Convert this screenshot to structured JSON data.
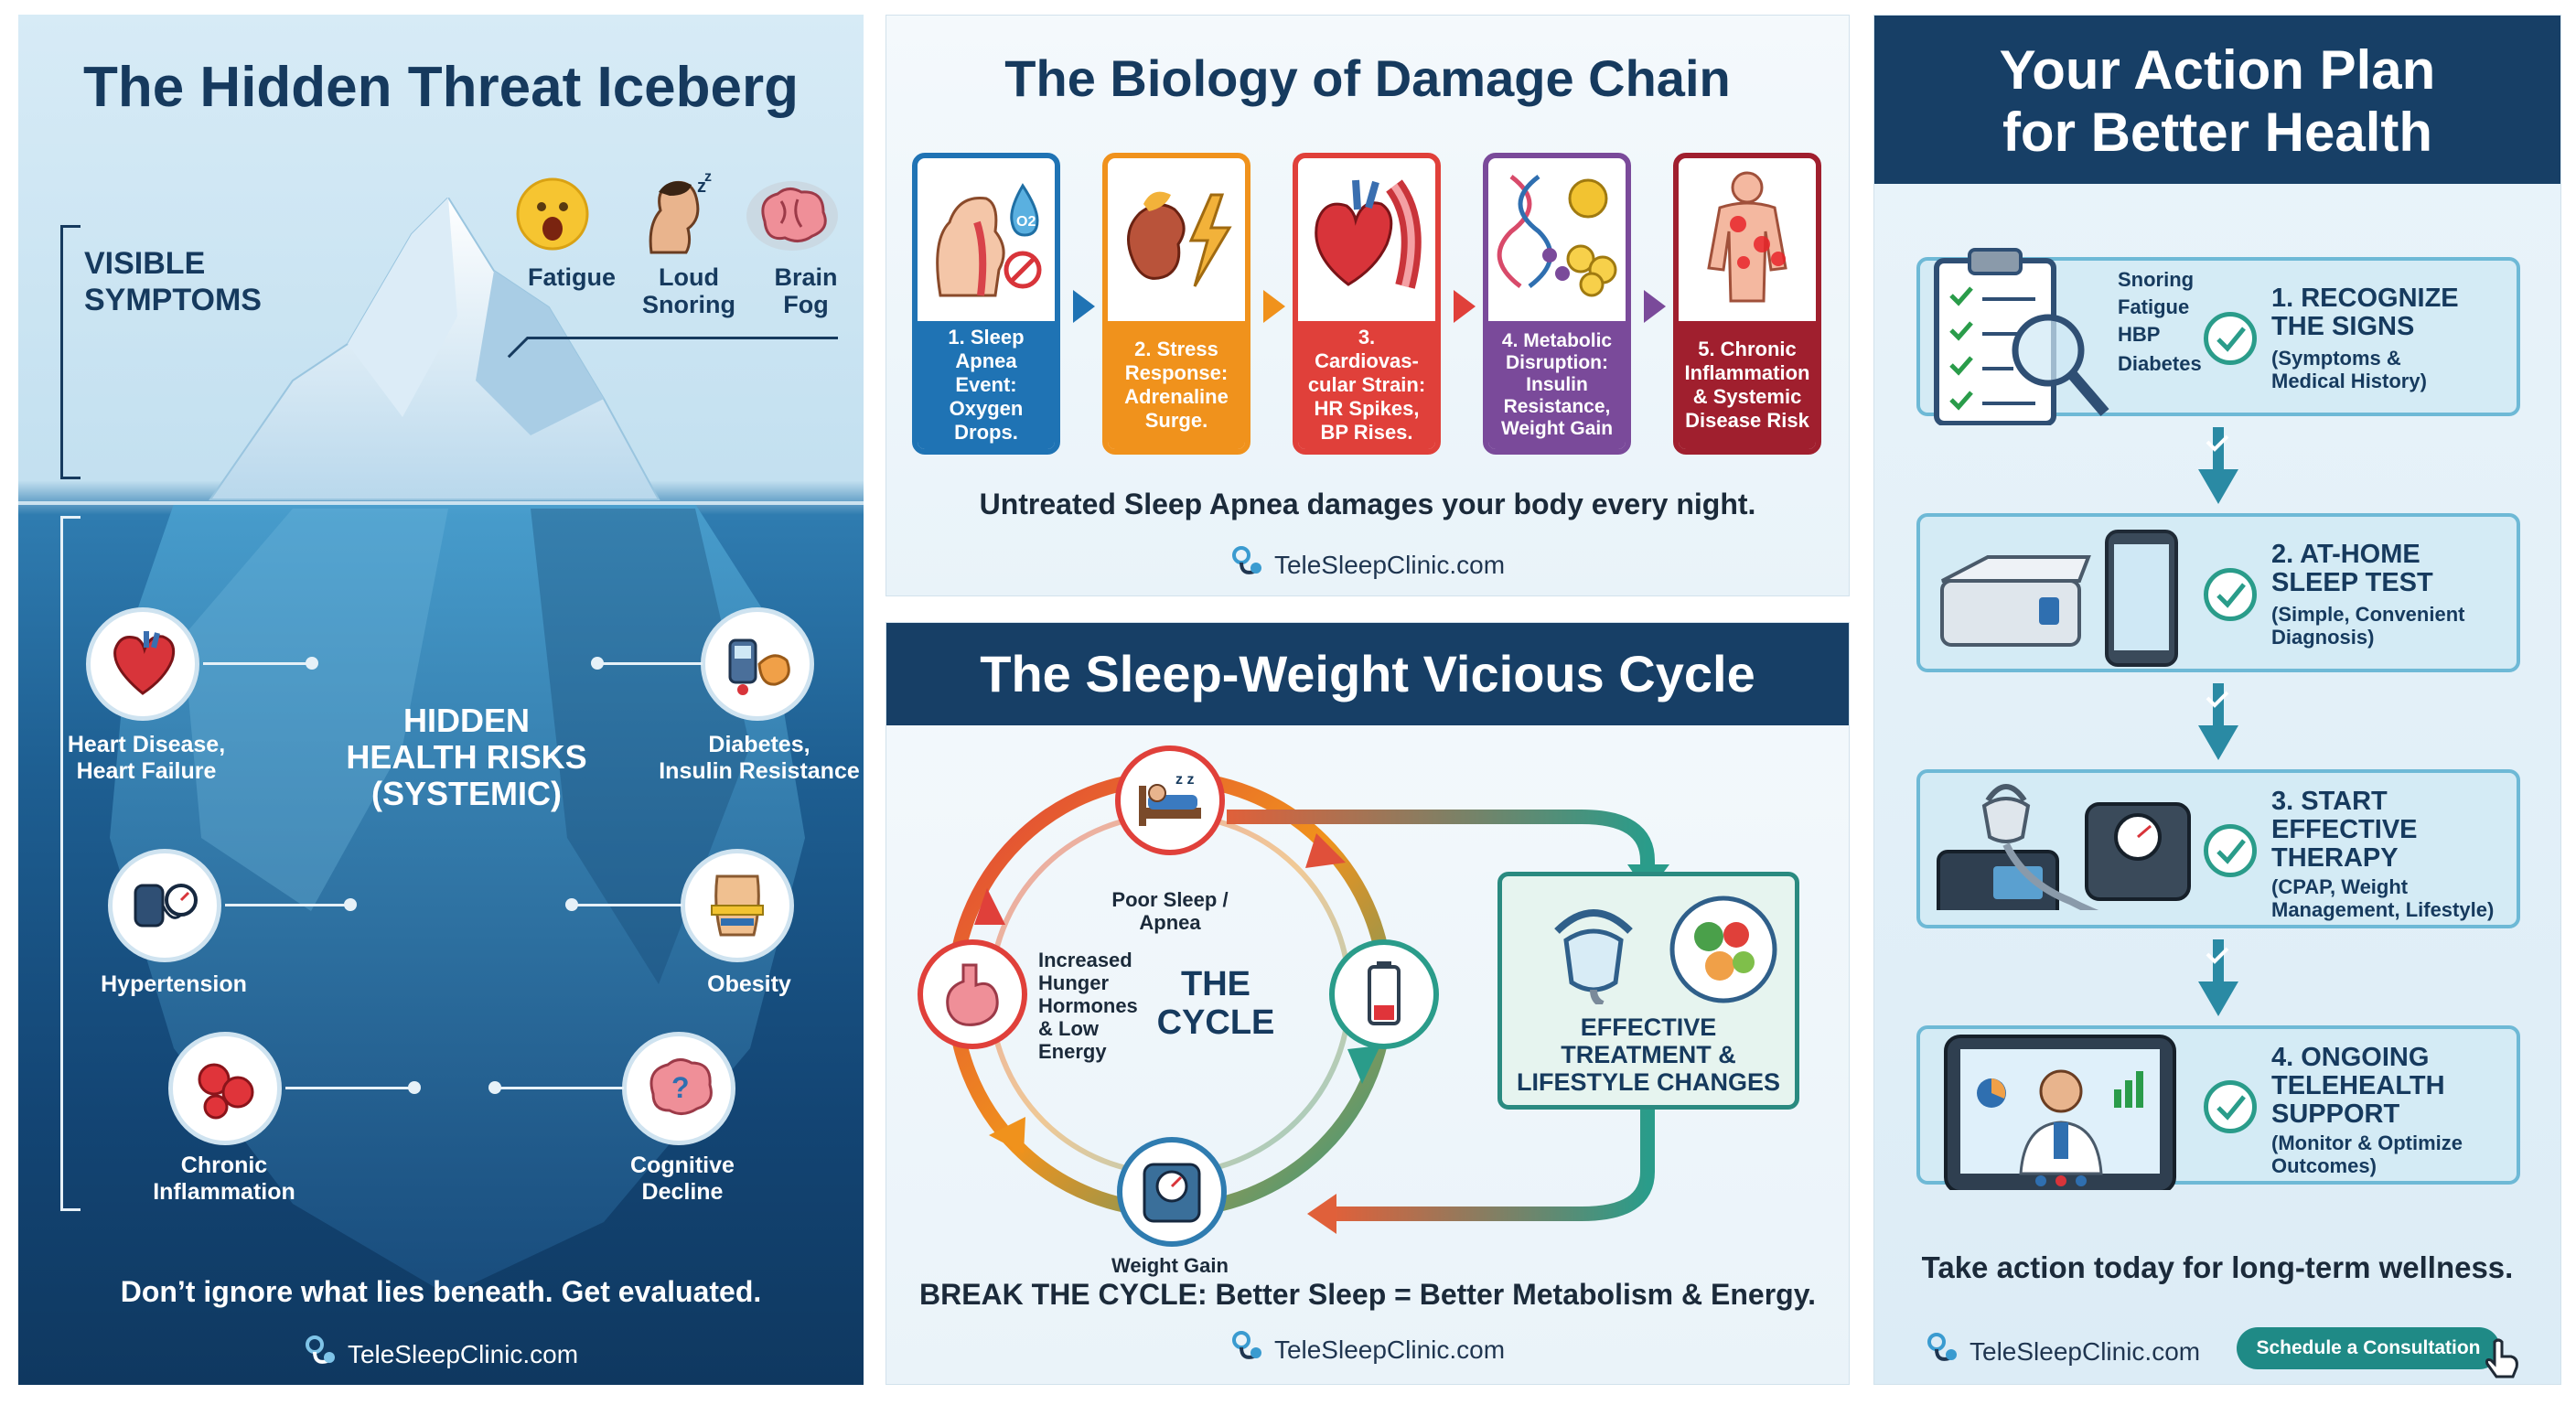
{
  "iceberg": {
    "title": "The Hidden Threat Iceberg",
    "visible_label": "VISIBLE\nSYMPTOMS",
    "symptoms": [
      "Fatigue",
      "Loud\nSnoring",
      "Brain\nFog"
    ],
    "hidden_title": "HIDDEN\nHEALTH RISKS\n(SYSTEMIC)",
    "risks": [
      "Heart Disease,\nHeart Failure",
      "Diabetes,\nInsulin Resistance",
      "Hypertension",
      "Obesity",
      "Chronic\nInflammation",
      "Cognitive\nDecline"
    ],
    "footer": "Don’t ignore what lies beneath. Get evaluated.",
    "brand": "TeleSleepClinic.com"
  },
  "chain": {
    "title": "The Biology of Damage Chain",
    "steps": [
      {
        "text": "1. Sleep\nApnea Event:\nOxygen\nDrops.",
        "color": "#1f73b4"
      },
      {
        "text": "2. Stress\nResponse:\nAdrenaline\nSurge.",
        "color": "#f0921c"
      },
      {
        "text": "3. Cardiovas-\ncular Strain:\nHR Spikes,\nBP Rises.",
        "color": "#e0403a"
      },
      {
        "text": "4. Metabolic\nDisruption:\nInsulin\nResistance,\nWeight Gain",
        "color": "#7a4a9a"
      },
      {
        "text": "5. Chronic\nInflammation\n& Systemic\nDisease Risk",
        "color": "#a01f2e"
      }
    ],
    "caption": "Untreated Sleep Apnea damages your body every night.",
    "brand": "TeleSleepClinic.com"
  },
  "cycle": {
    "title": "The Sleep-Weight Vicious Cycle",
    "center": "THE\nCYCLE",
    "nodes": [
      "Poor Sleep /\nApnea",
      "Weight Gain",
      "Increased\nHunger\nHormones\n& Low\nEnergy"
    ],
    "treatment": "EFFECTIVE\nTREATMENT &\nLIFESTYLE CHANGES",
    "caption": "BREAK THE CYCLE: Better Sleep = Better Metabolism & Energy.",
    "brand": "TeleSleepClinic.com"
  },
  "plan": {
    "title": "Your Action Plan\nfor Better Health",
    "checklist": [
      "Snoring",
      "Fatigue",
      "HBP",
      "Diabetes"
    ],
    "steps": [
      {
        "title": "1. RECOGNIZE\nTHE SIGNS",
        "sub": "(Symptoms &\nMedical History)"
      },
      {
        "title": "2. AT-HOME\nSLEEP TEST",
        "sub": "(Simple, Convenient\nDiagnosis)"
      },
      {
        "title": "3. START\nEFFECTIVE\nTHERAPY",
        "sub": "(CPAP, Weight\nManagement, Lifestyle)"
      },
      {
        "title": "4. ONGOING\nTELEHEALTH\nSUPPORT",
        "sub": "(Monitor & Optimize\nOutcomes)"
      }
    ],
    "footer": "Take action today for long-term wellness.",
    "brand": "TeleSleepClinic.com",
    "cta": "Schedule a Consultation"
  }
}
